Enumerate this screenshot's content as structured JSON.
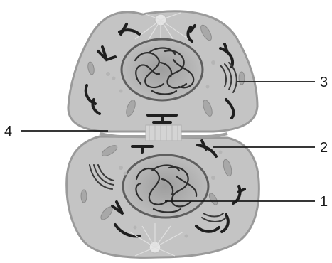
{
  "labels": [
    {
      "number": "1",
      "target": "nucleus-chromatin"
    },
    {
      "number": "2",
      "target": "organelle-lower-cell"
    },
    {
      "number": "3",
      "target": "golgi-upper-cell"
    },
    {
      "number": "4",
      "target": "cleavage-furrow"
    }
  ],
  "colors": {
    "cytoplasm": "#c4c4c4",
    "membrane": "#9a9a9a",
    "nucleus_fill": "#b3b3b3",
    "nucleus_rim": "#6e6e6e",
    "chromatin": "#2e2e2e",
    "organelle_dark": "#1f1f1f",
    "organelle_light": "#a8a8a8",
    "leader_line": "#1a1a1a"
  }
}
